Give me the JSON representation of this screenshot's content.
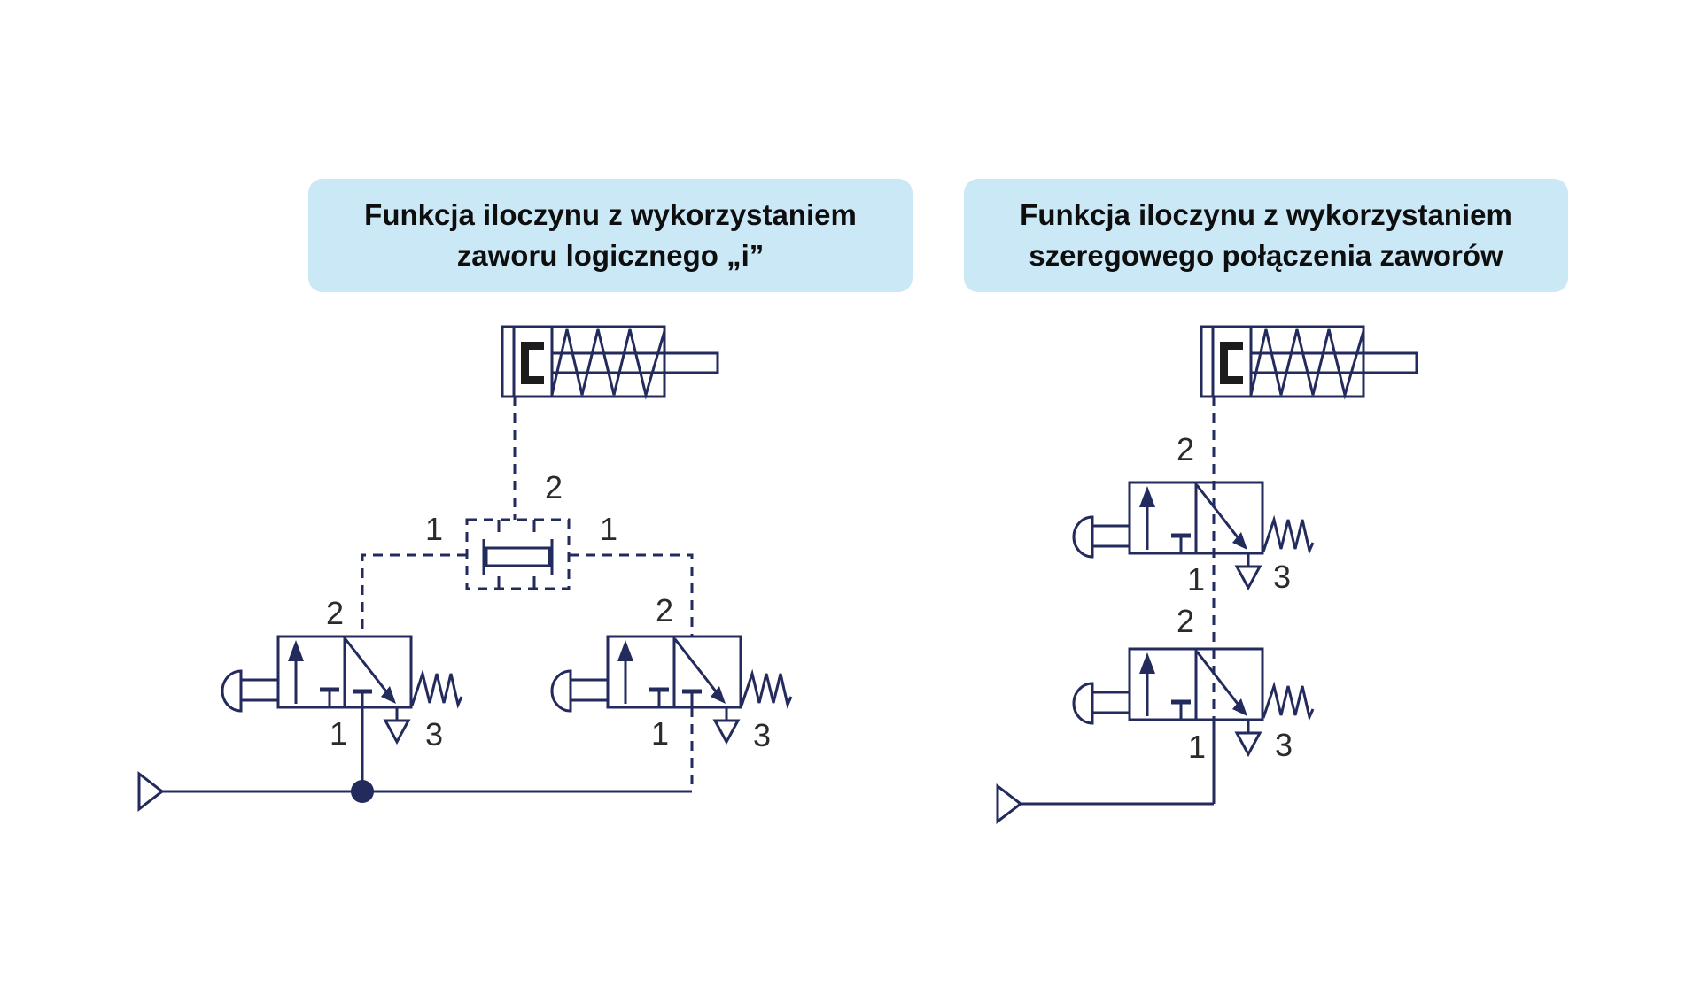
{
  "colors": {
    "background": "#ffffff",
    "line": "#232a5c",
    "label": "#2b2b2b",
    "title_bg": "#cbe8f7",
    "title_text": "#0e0e0e",
    "magnet": "#1c1c1c"
  },
  "titles": {
    "left": {
      "line1": "Funkcja iloczynu z wykorzystaniem",
      "line2": "zaworu logicznego „i”"
    },
    "right": {
      "line1": "Funkcja iloczynu z wykorzystaniem",
      "line2": "szeregowego połączenia zaworów"
    }
  },
  "left_circuit": {
    "and_valve": {
      "output_port": "2",
      "left_input_port": "1",
      "right_input_port": "1"
    },
    "valve_a": {
      "outlet": "2",
      "supply": "1",
      "exhaust": "3"
    },
    "valve_b": {
      "outlet": "2",
      "supply": "1",
      "exhaust": "3"
    }
  },
  "right_circuit": {
    "valve_top": {
      "outlet": "2",
      "supply": "1",
      "exhaust": "3"
    },
    "valve_bottom": {
      "outlet": "2",
      "supply": "1",
      "exhaust": "3"
    }
  }
}
